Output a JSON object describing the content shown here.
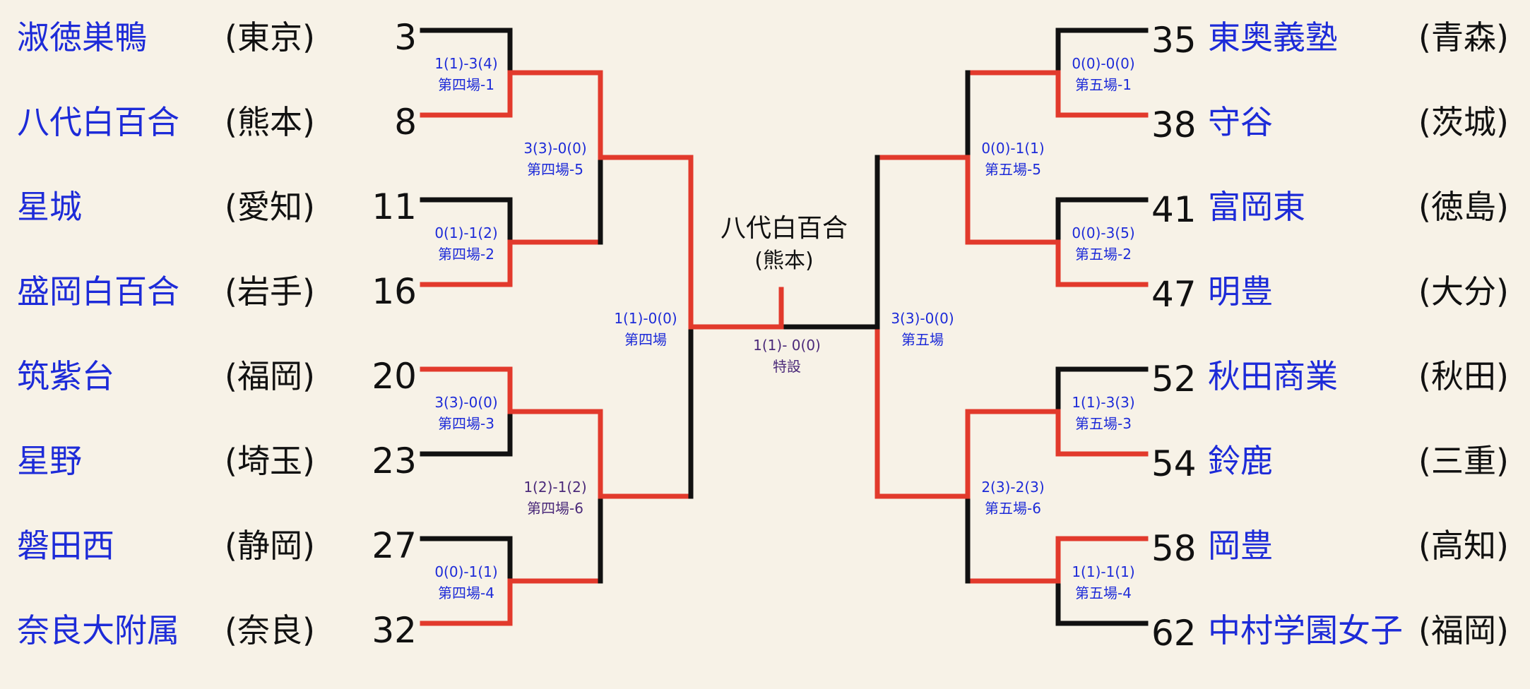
{
  "colors": {
    "win": "#e23a2c",
    "lose": "#111111",
    "team": "#1d2bd8",
    "score_blue": "#1d2bd8",
    "score_purple": "#4b2a7a"
  },
  "champion": {
    "name": "八代白百合",
    "pref": "(熊本)"
  },
  "teams_left": [
    {
      "name": "淑徳巣鴨",
      "pref": "(東京)",
      "seed": "3"
    },
    {
      "name": "八代白百合",
      "pref": "(熊本)",
      "seed": "8"
    },
    {
      "name": "星城",
      "pref": "(愛知)",
      "seed": "11"
    },
    {
      "name": "盛岡白百合",
      "pref": "(岩手)",
      "seed": "16"
    },
    {
      "name": "筑紫台",
      "pref": "(福岡)",
      "seed": "20"
    },
    {
      "name": "星野",
      "pref": "(埼玉)",
      "seed": "23"
    },
    {
      "name": "磐田西",
      "pref": "(静岡)",
      "seed": "27"
    },
    {
      "name": "奈良大附属",
      "pref": "(奈良)",
      "seed": "32"
    }
  ],
  "teams_right": [
    {
      "name": "東奥義塾",
      "pref": "(青森)",
      "seed": "35"
    },
    {
      "name": "守谷",
      "pref": "(茨城)",
      "seed": "38"
    },
    {
      "name": "富岡東",
      "pref": "(徳島)",
      "seed": "41"
    },
    {
      "name": "明豊",
      "pref": "(大分)",
      "seed": "47"
    },
    {
      "name": "秋田商業",
      "pref": "(秋田)",
      "seed": "52"
    },
    {
      "name": "鈴鹿",
      "pref": "(三重)",
      "seed": "54"
    },
    {
      "name": "岡豊",
      "pref": "(高知)",
      "seed": "58"
    },
    {
      "name": "中村学園女子",
      "pref": "(福岡)",
      "seed": "62"
    }
  ],
  "matches": {
    "left_r1": [
      {
        "score": "1(1)-3(4)",
        "venue": "第四場-1",
        "winner": 1
      },
      {
        "score": "0(1)-1(2)",
        "venue": "第四場-2",
        "winner": 1
      },
      {
        "score": "3(3)-0(0)",
        "venue": "第四場-3",
        "winner": 0
      },
      {
        "score": "0(0)-1(1)",
        "venue": "第四場-4",
        "winner": 1
      }
    ],
    "left_r2": [
      {
        "score": "3(3)-0(0)",
        "venue": "第四場-5",
        "winner": 0
      },
      {
        "score": "1(2)-1(2)",
        "venue": "第四場-6",
        "winner": 0
      }
    ],
    "left_sf": {
      "score": "1(1)-0(0)",
      "venue": "第四場",
      "winner": 0
    },
    "right_r1": [
      {
        "score": "0(0)-0(0)",
        "venue": "第五場-1",
        "winner": 1
      },
      {
        "score": "0(0)-3(5)",
        "venue": "第五場-2",
        "winner": 1
      },
      {
        "score": "1(1)-3(3)",
        "venue": "第五場-3",
        "winner": 1
      },
      {
        "score": "1(1)-1(1)",
        "venue": "第五場-4",
        "winner": 0
      }
    ],
    "right_r2": [
      {
        "score": "0(0)-1(1)",
        "venue": "第五場-5",
        "winner": 1
      },
      {
        "score": "2(3)-2(3)",
        "venue": "第五場-6",
        "winner": 0
      }
    ],
    "right_sf": {
      "score": "3(3)-0(0)",
      "venue": "第五場",
      "winner": 1
    },
    "final": {
      "score": "1(1)- 0(0)",
      "venue": "特設",
      "winner": 0
    }
  }
}
